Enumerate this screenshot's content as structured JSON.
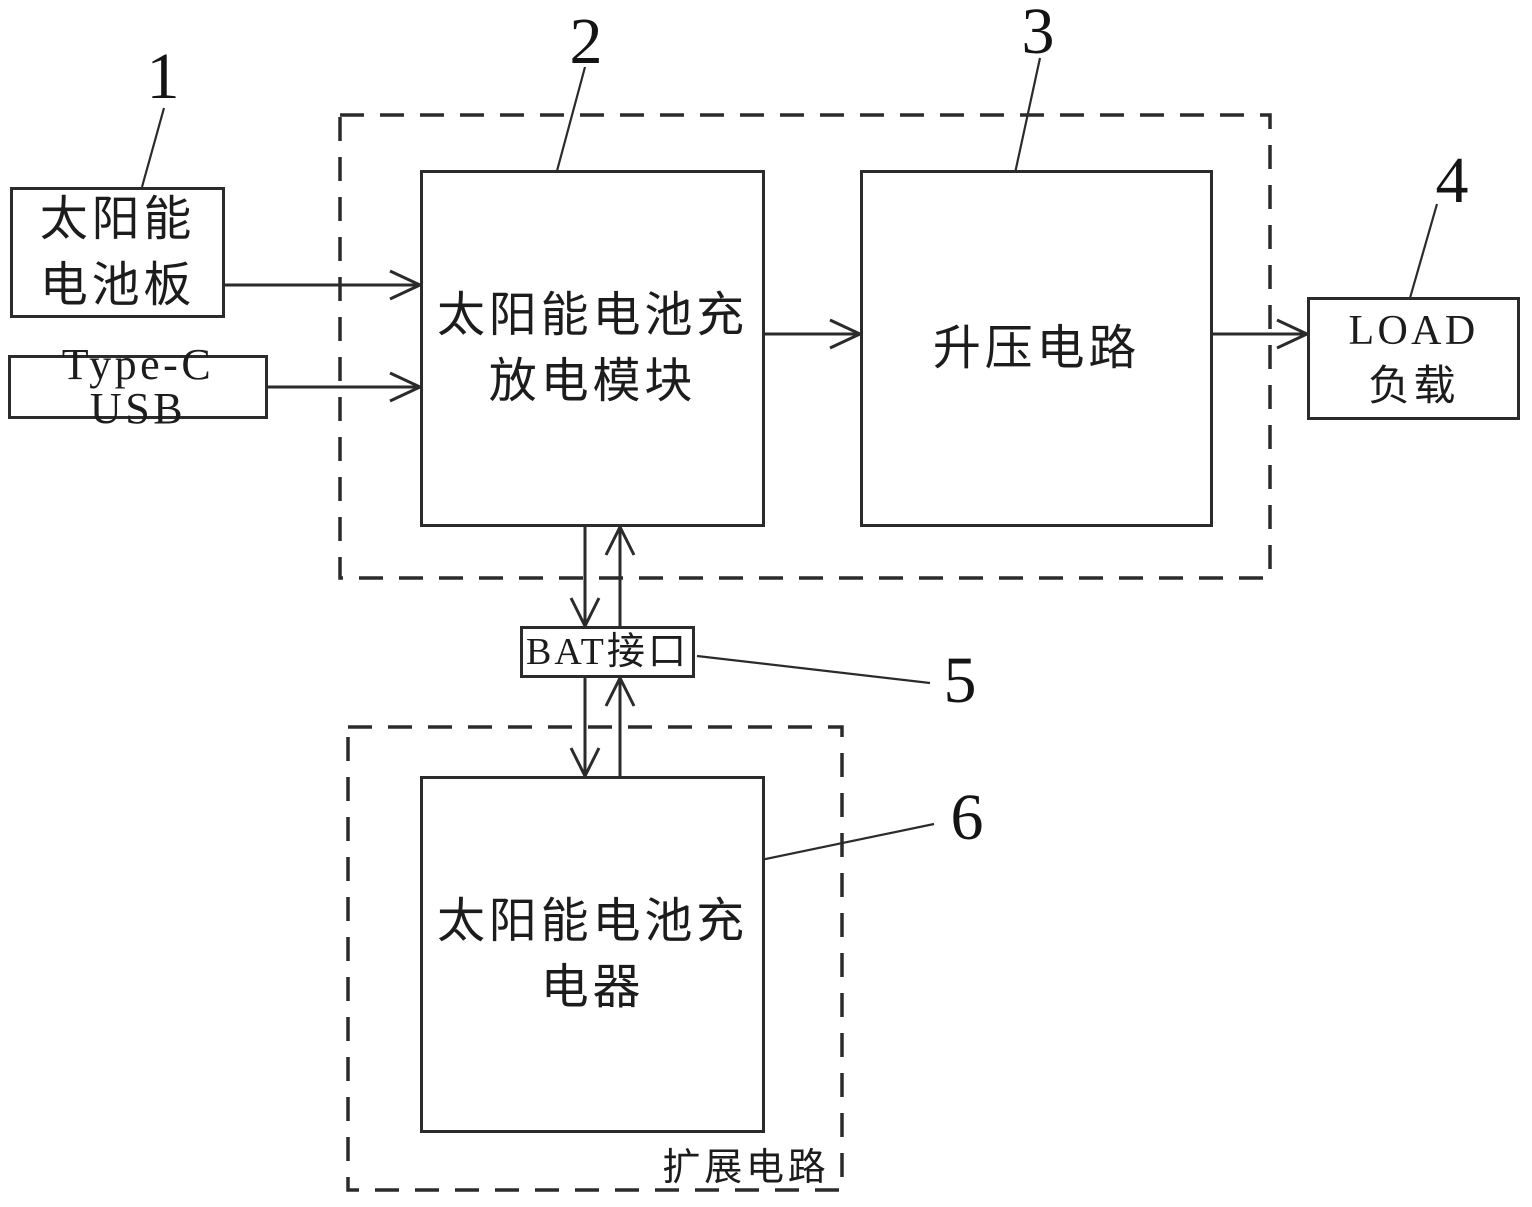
{
  "figure": {
    "blocks": {
      "solar_panel": {
        "line1": "太阳能",
        "line2": "电池板"
      },
      "typec_usb": {
        "label": "Type-C USB"
      },
      "charge_discharge": {
        "line1": "太阳能电池充",
        "line2": "放电模块"
      },
      "boost": {
        "label": "升压电路"
      },
      "load": {
        "line1": "LOAD",
        "line2": "负载"
      },
      "bat_port": {
        "label": "BAT接口"
      },
      "charger": {
        "line1": "太阳能电池充",
        "line2": "电器"
      },
      "expansion_label": "扩展电路"
    },
    "refs": {
      "r1": "1",
      "r2": "2",
      "r3": "3",
      "r4": "4",
      "r5": "5",
      "r6": "6"
    },
    "colors": {
      "line": "#2b2b2b",
      "text": "#1c1c1c",
      "background": "#ffffff"
    }
  }
}
